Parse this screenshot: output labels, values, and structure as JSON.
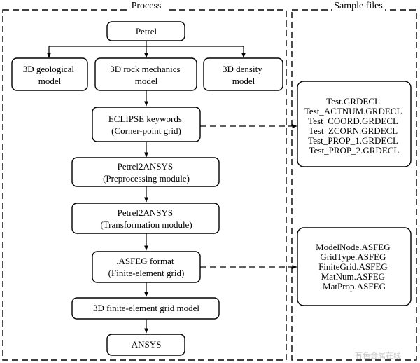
{
  "headers": {
    "process": "Process",
    "sample_files": "Sample files"
  },
  "nodes": {
    "petrel": [
      "Petrel"
    ],
    "geological": [
      "3D geological",
      "model"
    ],
    "rock_mechanics": [
      "3D rock mechanics",
      "model"
    ],
    "density": [
      "3D density",
      "model"
    ],
    "eclipse": [
      "ECLIPSE keywords",
      "(Corner-point grid)"
    ],
    "preprocessing": [
      "Petrel2ANSYS",
      "(Preprocessing module)"
    ],
    "transformation": [
      "Petrel2ANSYS",
      "(Transformation module)"
    ],
    "asfeg": [
      ".ASFEG format",
      "(Finite-element grid)"
    ],
    "fe_model": [
      "3D finite-element grid model"
    ],
    "ansys": [
      "ANSYS"
    ]
  },
  "sample_files": {
    "grdecl": [
      "Test.GRDECL",
      "Test_ACTNUM.GRDECL",
      "Test_COORD.GRDECL",
      "Test_ZCORN.GRDECL",
      "Test_PROP_1.GRDECL",
      "Test_PROP_2.GRDECL"
    ],
    "asfeg": [
      "ModelNode.ASFEG",
      "GridType.ASFEG",
      "FiniteGrid.ASFEG",
      "MatNum.ASFEG",
      "MatProp.ASFEG"
    ]
  },
  "watermark": "有色金属在线"
}
